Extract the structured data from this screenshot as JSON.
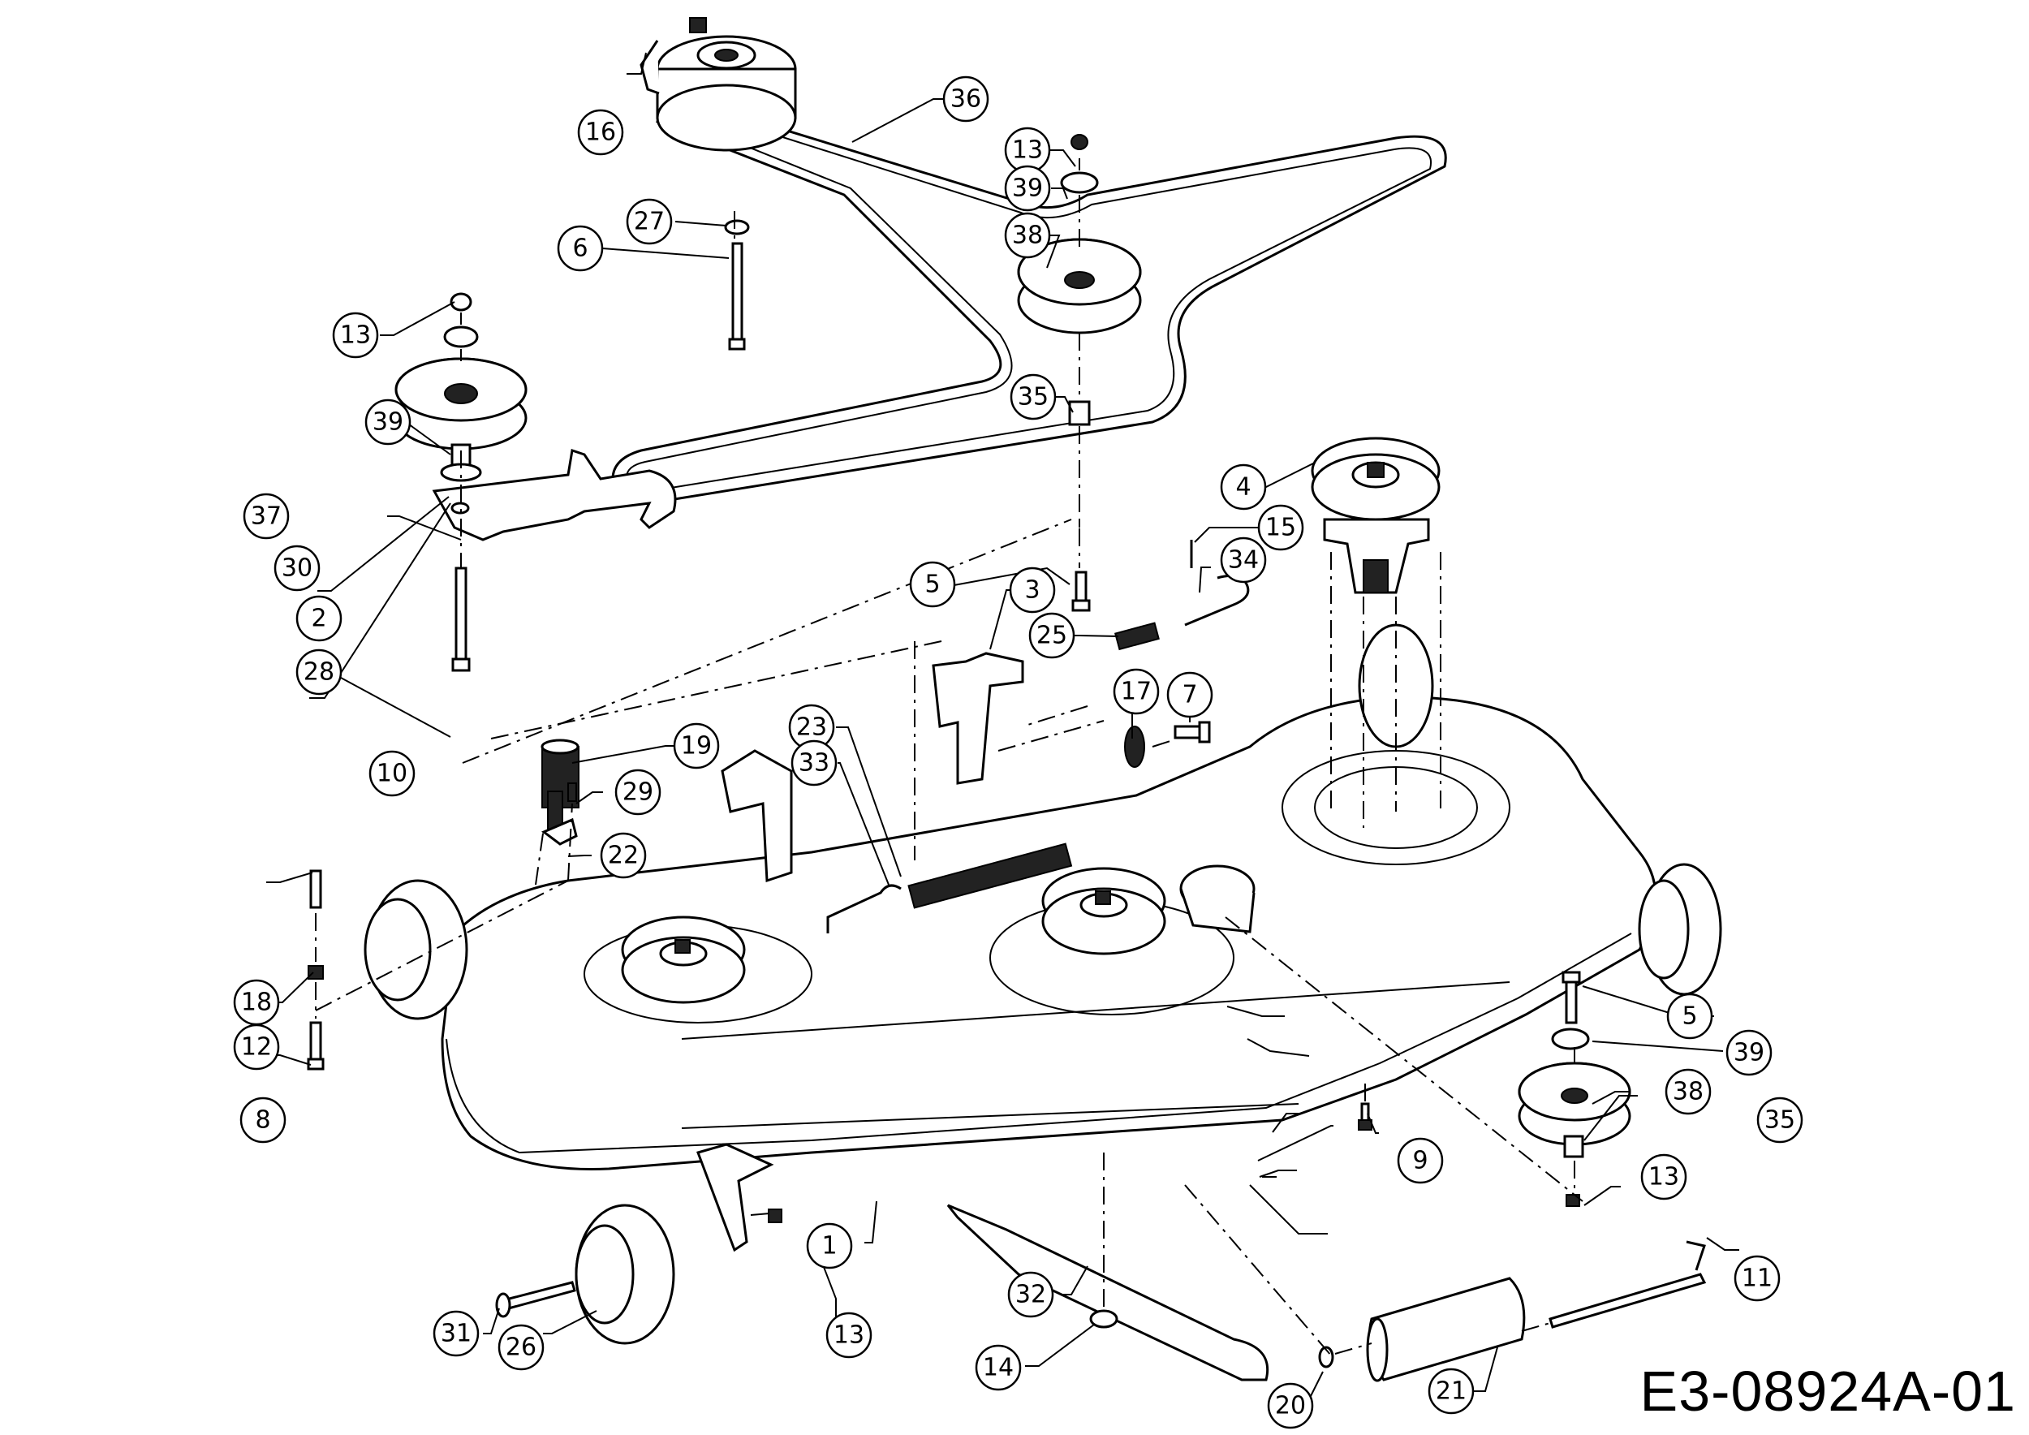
{
  "diagram": {
    "type": "exploded-parts-diagram",
    "subject": "mower deck assembly",
    "drawing_code": "E3-08924A-01",
    "callouts": [
      {
        "id": "16",
        "label": "16"
      },
      {
        "id": "36",
        "label": "36"
      },
      {
        "id": "13a",
        "label": "13"
      },
      {
        "id": "39a",
        "label": "39"
      },
      {
        "id": "38a",
        "label": "38"
      },
      {
        "id": "27",
        "label": "27"
      },
      {
        "id": "6",
        "label": "6"
      },
      {
        "id": "35a",
        "label": "35"
      },
      {
        "id": "13b",
        "label": "13"
      },
      {
        "id": "39b",
        "label": "39"
      },
      {
        "id": "37",
        "label": "37"
      },
      {
        "id": "30",
        "label": "30"
      },
      {
        "id": "2",
        "label": "2"
      },
      {
        "id": "28",
        "label": "28"
      },
      {
        "id": "10",
        "label": "10"
      },
      {
        "id": "4",
        "label": "4"
      },
      {
        "id": "15",
        "label": "15"
      },
      {
        "id": "34",
        "label": "34"
      },
      {
        "id": "5a",
        "label": "5"
      },
      {
        "id": "3",
        "label": "3"
      },
      {
        "id": "25",
        "label": "25"
      },
      {
        "id": "17",
        "label": "17"
      },
      {
        "id": "7",
        "label": "7"
      },
      {
        "id": "23",
        "label": "23"
      },
      {
        "id": "33",
        "label": "33"
      },
      {
        "id": "19",
        "label": "19"
      },
      {
        "id": "29",
        "label": "29"
      },
      {
        "id": "22",
        "label": "22"
      },
      {
        "id": "18",
        "label": "18"
      },
      {
        "id": "12",
        "label": "12"
      },
      {
        "id": "8",
        "label": "8"
      },
      {
        "id": "5b",
        "label": "5"
      },
      {
        "id": "39c",
        "label": "39"
      },
      {
        "id": "38b",
        "label": "38"
      },
      {
        "id": "35b",
        "label": "35"
      },
      {
        "id": "9",
        "label": "9"
      },
      {
        "id": "13c",
        "label": "13"
      },
      {
        "id": "11",
        "label": "11"
      },
      {
        "id": "1",
        "label": "1"
      },
      {
        "id": "13d",
        "label": "13"
      },
      {
        "id": "32",
        "label": "32"
      },
      {
        "id": "31",
        "label": "31"
      },
      {
        "id": "26",
        "label": "26"
      },
      {
        "id": "14",
        "label": "14"
      },
      {
        "id": "20",
        "label": "20"
      },
      {
        "id": "21",
        "label": "21"
      }
    ]
  }
}
